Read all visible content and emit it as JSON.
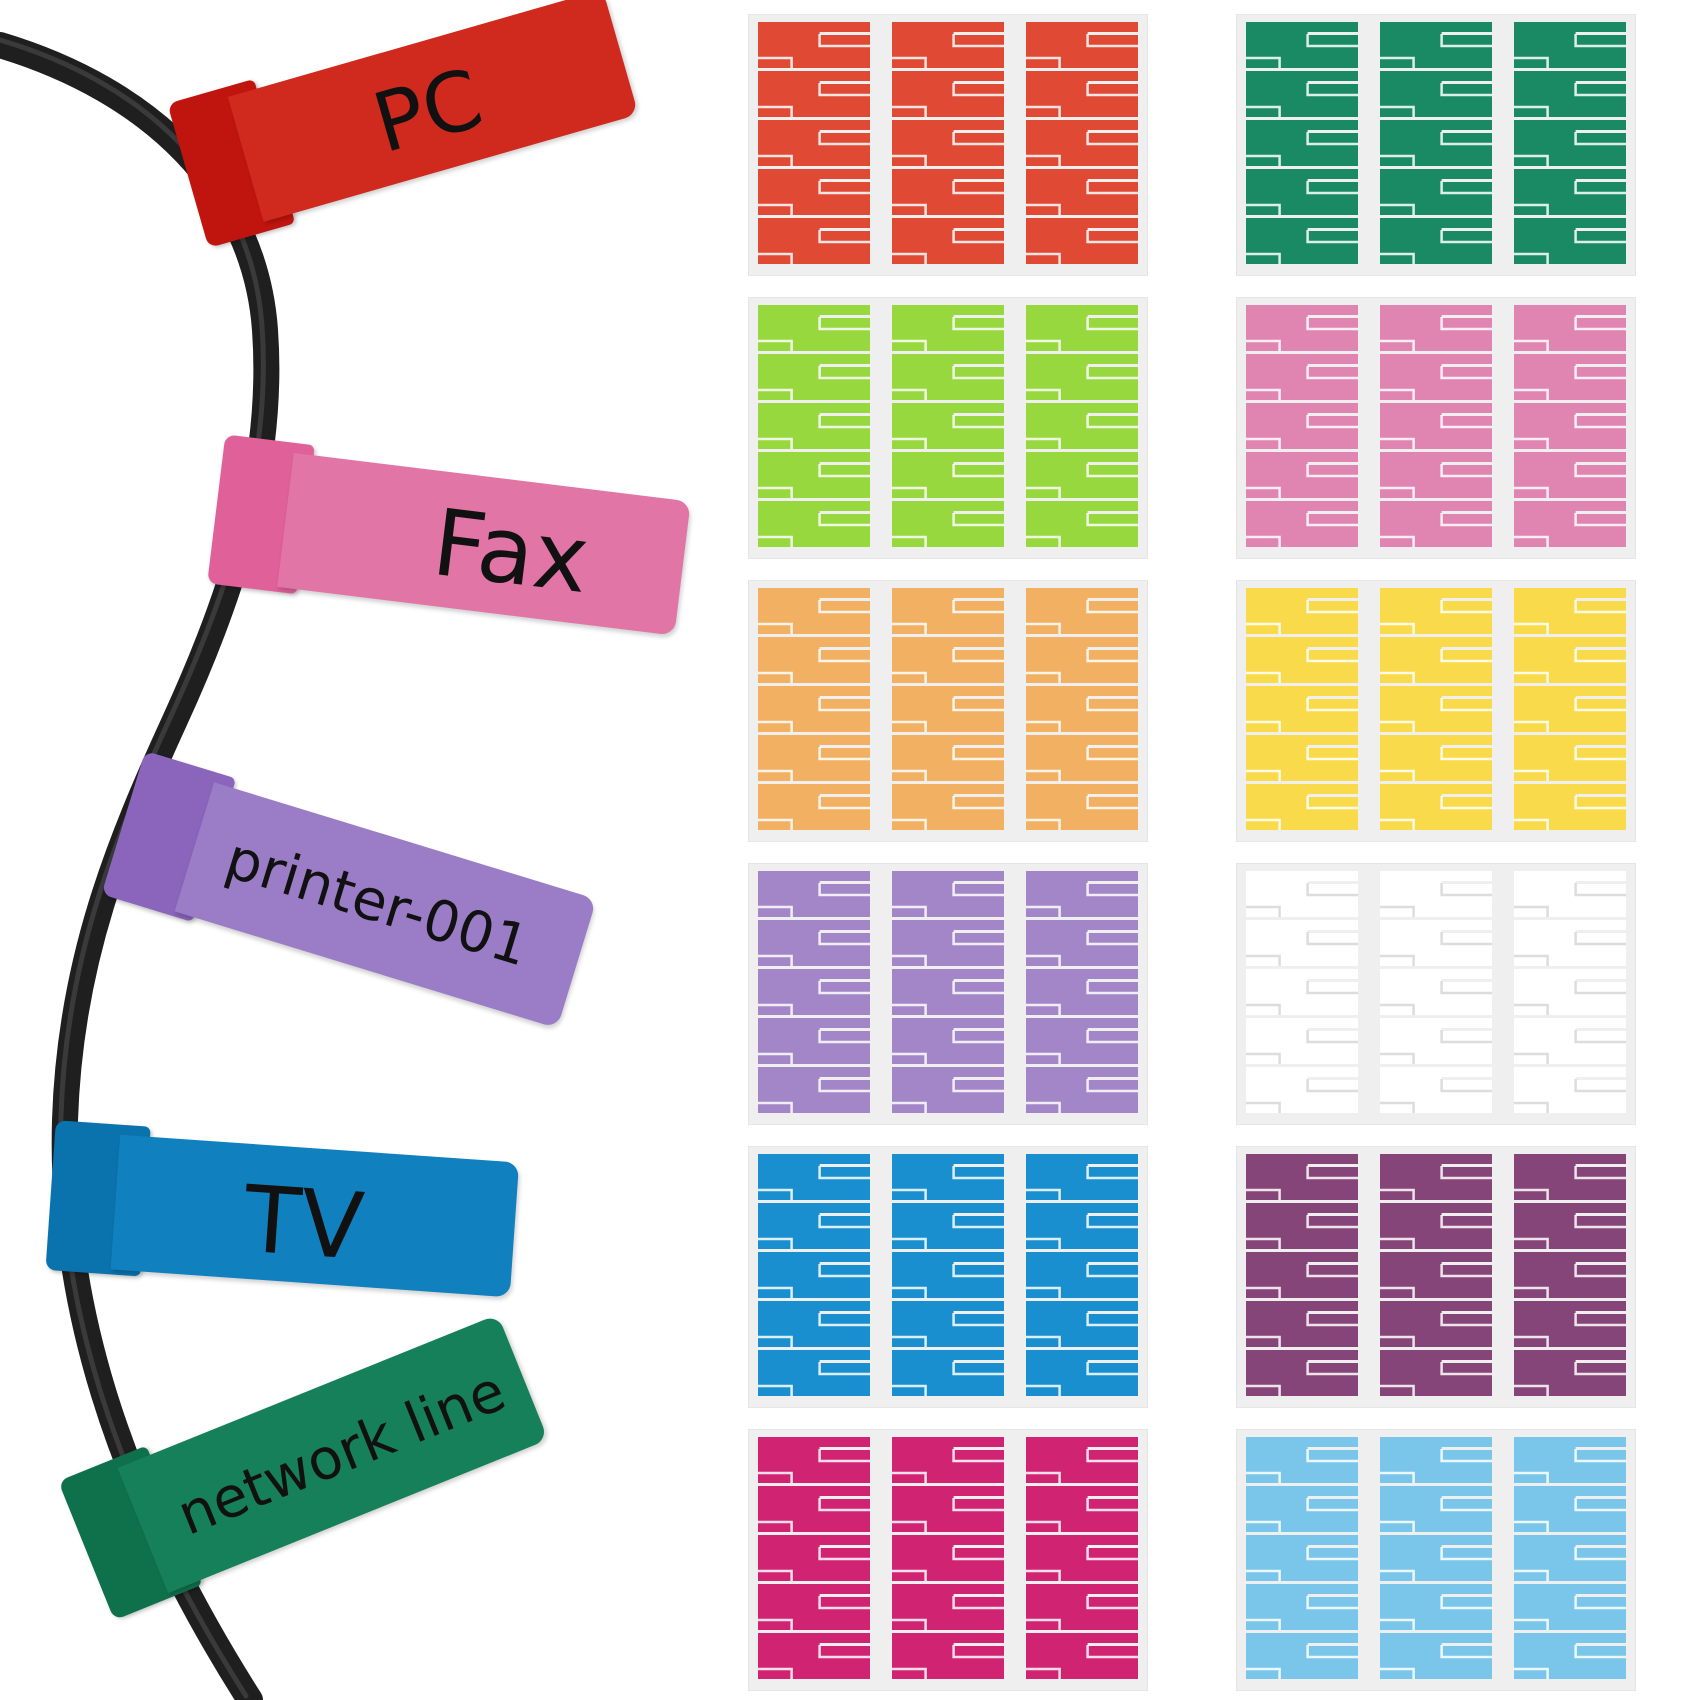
{
  "cable_tags": [
    {
      "text": "PC",
      "color": "#d02a1e",
      "wrap_color": "#c0140f"
    },
    {
      "text": "Fax",
      "color": "#e075a6",
      "wrap_color": "#e0609a"
    },
    {
      "text": "printer-001",
      "color": "#9b7cc6",
      "wrap_color": "#8a65bb"
    },
    {
      "text": "TV",
      "color": "#1080bf",
      "wrap_color": "#0a72ad"
    },
    {
      "text": "network line",
      "color": "#16805a",
      "wrap_color": "#0f704c"
    }
  ],
  "label_sheets": [
    {
      "color": "#e04a35"
    },
    {
      "color": "#1a8a64"
    },
    {
      "color": "#96d83e"
    },
    {
      "color": "#e084b2"
    },
    {
      "color": "#f2b063"
    },
    {
      "color": "#f8da4a"
    },
    {
      "color": "#a286c8"
    },
    {
      "color": "#ffffff"
    },
    {
      "color": "#1a8fd0"
    },
    {
      "color": "#864578"
    },
    {
      "color": "#d02472"
    },
    {
      "color": "#79c6ea"
    }
  ],
  "cable_color": "#1f1f1f"
}
